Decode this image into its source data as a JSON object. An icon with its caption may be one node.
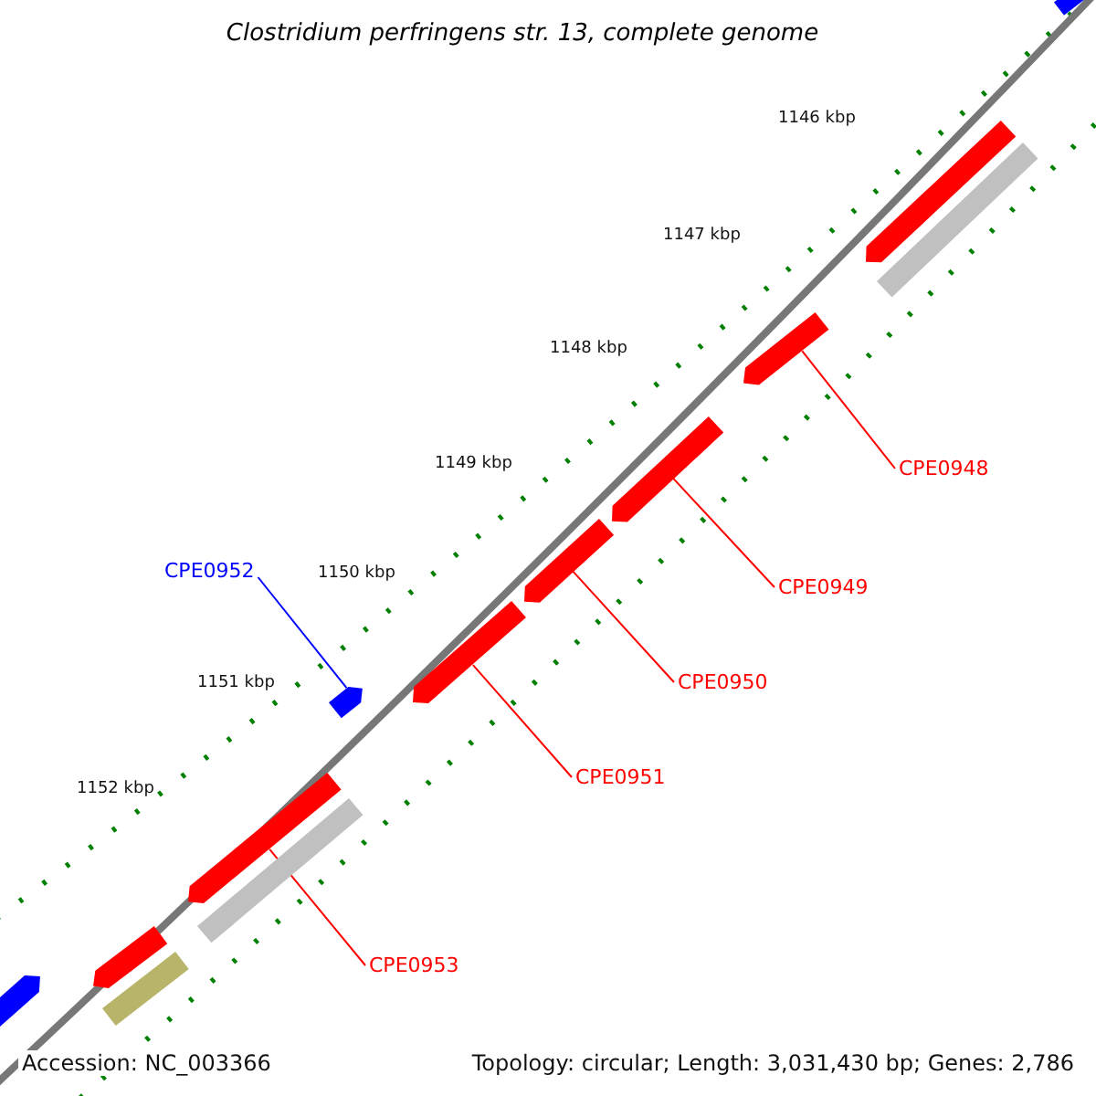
{
  "diagram": {
    "title": "Clostridium perfringens str. 13, complete genome",
    "nodes": [
      {
        "text": [],
        "shape": "bar"
      },
      {
        "text": [],
        "shape": "bar"
      },
      {
        "text": [],
        "shape": "box"
      },
      {
        "text": [],
        "shape": "bar"
      },
      {
        "text": [
          "CPE0948"
        ]
      },
      {
        "text": [],
        "shape": "bar"
      },
      {
        "text": [
          "CPE0949"
        ]
      },
      {
        "text": [
          "CPE0952"
        ]
      },
      {
        "text": [],
        "shape": "bar"
      },
      {
        "text": [],
        "shape": "bar"
      },
      {
        "text": [
          "CPE0950"
        ]
      },
      {
        "text": [],
        "shape": "bar"
      },
      {
        "text": [
          "CPE0951"
        ]
      },
      {
        "text": [],
        "shape": "bar"
      },
      {
        "text": [],
        "shape": "box"
      },
      {
        "text": [
          "CPE0953"
        ]
      },
      {
        "text": [],
        "shape": "bar"
      },
      {
        "text": [],
        "shape": "box"
      },
      {
        "text": [],
        "shape": "bar"
      }
    ],
    "edges": [
      {
        "from": 4,
        "to": 3,
        "arrow": "none"
      },
      {
        "from": 6,
        "to": 5,
        "arrow": "none"
      },
      {
        "from": 7,
        "to": 9,
        "arrow": "none",
        "color": "#0000ff"
      },
      {
        "from": 10,
        "to": 8,
        "arrow": "none"
      },
      {
        "from": 12,
        "to": 11,
        "arrow": "none"
      },
      {
        "from": 15,
        "to": 13,
        "arrow": "none"
      }
    ],
    "labels": [
      "1146 kbp",
      "1147 kbp",
      "1148 kbp",
      "1149 kbp",
      "1150 kbp",
      "1151 kbp",
      "1152 kbp",
      "Accession: NC_003366",
      "Topology: circular; Length: 3,031,430 bp; Genes: 2,786"
    ]
  }
}
